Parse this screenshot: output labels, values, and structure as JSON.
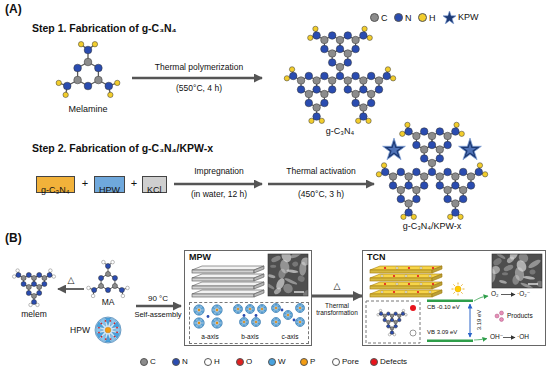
{
  "diagram": {
    "nodes": [
      {
        "text": [
          "g-C₃N₄"
        ]
      },
      {
        "text": [
          "HPW"
        ]
      },
      {
        "text": [
          "KCl"
        ]
      },
      {
        "text": [
          "MPW"
        ]
      },
      {
        "text": [
          "a-axis",
          "b-axis",
          "c-axis"
        ],
        "in": 3
      },
      {
        "text": [
          "TCN"
        ]
      }
    ],
    "edges": [
      {
        "from": 3,
        "to": 5,
        "arrow": "to",
        "label": "Thermal transformation"
      }
    ],
    "labels": [
      "(A)",
      "Step 1. Fabrication of g-C₃N₄",
      "Melamine",
      "Thermal polymerization",
      "(550°C, 4 h)",
      "g-C₃N₄",
      "Step 2. Fabrication of g-C₃N₄/KPW-x",
      "+",
      "+",
      "Impregnation",
      "(in water, 12 h)",
      "Thermal activation",
      "(450°C, 3 h)",
      "g-C₃N₄/KPW-x",
      "(B)",
      "△",
      "melem",
      "MA",
      "90 °C",
      "Self-assembly",
      "HPW",
      "△",
      "O₂",
      "·O₂⁻",
      "CB -0.10 eV",
      "Products",
      "3.19 eV",
      "VB 3.09 eV",
      "OH⁻",
      "·OH"
    ],
    "legend": [
      {
        "text": "C",
        "color": "#8c8c8c"
      },
      {
        "text": "N",
        "color": "#2a4cb0"
      },
      {
        "text": "H",
        "color": "#f2cd2c"
      },
      {
        "text": "KPW"
      },
      {
        "text": "C",
        "color": "#8c8c8c"
      },
      {
        "text": "N",
        "color": "#2a4cb0"
      },
      {
        "text": "H",
        "color": "#ffffff"
      },
      {
        "text": "O",
        "color": "#e02020"
      },
      {
        "text": "W",
        "color": "#4aa3df"
      },
      {
        "text": "P",
        "color": "#f39c12"
      },
      {
        "text": "Pore"
      },
      {
        "text": "Defects",
        "color": "#e8141c"
      }
    ]
  }
}
